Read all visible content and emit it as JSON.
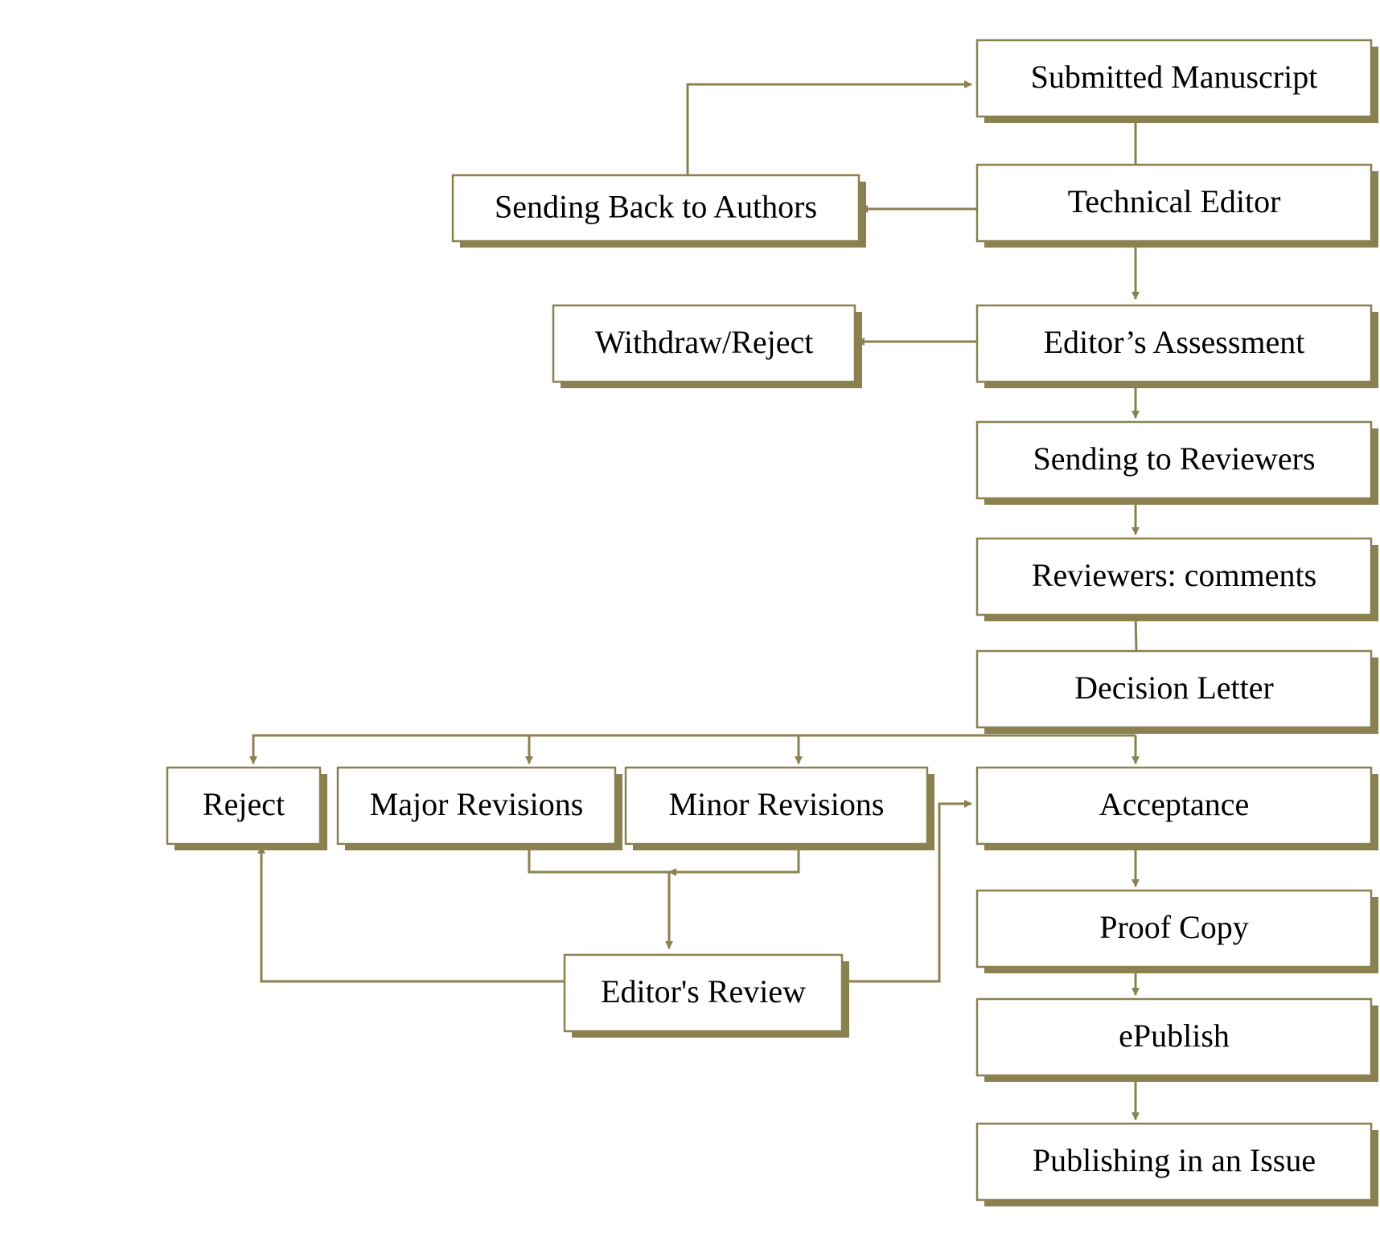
{
  "colors": {
    "line": "#8b8150",
    "shadow": "#8b8150",
    "text": "#000000",
    "background": "#ffffff"
  },
  "nodes": [
    {
      "id": "submitted",
      "label": "Submitted Manuscript"
    },
    {
      "id": "technical",
      "label": "Technical Editor"
    },
    {
      "id": "sendback",
      "label": "Sending Back to Authors"
    },
    {
      "id": "assessment",
      "label": "Editor’s Assessment"
    },
    {
      "id": "withdraw",
      "label": "Withdraw/Reject"
    },
    {
      "id": "reviewers",
      "label": "Sending to Reviewers"
    },
    {
      "id": "comments",
      "label": "Reviewers: comments"
    },
    {
      "id": "decision",
      "label": "Decision Letter"
    },
    {
      "id": "reject",
      "label": "Reject"
    },
    {
      "id": "major",
      "label": "Major Revisions"
    },
    {
      "id": "minor",
      "label": "Minor Revisions"
    },
    {
      "id": "acceptance",
      "label": "Acceptance"
    },
    {
      "id": "editorreview",
      "label": "Editor's Review"
    },
    {
      "id": "proof",
      "label": "Proof Copy"
    },
    {
      "id": "epublish",
      "label": "ePublish"
    },
    {
      "id": "issue",
      "label": "Publishing in an Issue"
    }
  ],
  "edges": [
    {
      "from": "submitted",
      "to": "technical",
      "arrow": false
    },
    {
      "from": "technical",
      "to": "sendback",
      "arrow": true
    },
    {
      "from": "sendback",
      "to": "submitted",
      "arrow": true
    },
    {
      "from": "technical",
      "to": "assessment",
      "arrow": true
    },
    {
      "from": "assessment",
      "to": "withdraw",
      "arrow": true
    },
    {
      "from": "assessment",
      "to": "reviewers",
      "arrow": true
    },
    {
      "from": "reviewers",
      "to": "comments",
      "arrow": true
    },
    {
      "from": "comments",
      "to": "decision",
      "arrow": false
    },
    {
      "from": "decision",
      "to": "reject",
      "arrow": true
    },
    {
      "from": "decision",
      "to": "major",
      "arrow": true
    },
    {
      "from": "decision",
      "to": "minor",
      "arrow": true
    },
    {
      "from": "decision",
      "to": "acceptance",
      "arrow": true
    },
    {
      "from": "major",
      "to": "editorreview",
      "arrow": true
    },
    {
      "from": "minor",
      "to": "editorreview",
      "arrow": true
    },
    {
      "from": "editorreview",
      "to": "reject",
      "arrow": true
    },
    {
      "from": "editorreview",
      "to": "acceptance",
      "arrow": true
    },
    {
      "from": "acceptance",
      "to": "proof",
      "arrow": true
    },
    {
      "from": "proof",
      "to": "epublish",
      "arrow": true
    },
    {
      "from": "epublish",
      "to": "issue",
      "arrow": true
    }
  ]
}
